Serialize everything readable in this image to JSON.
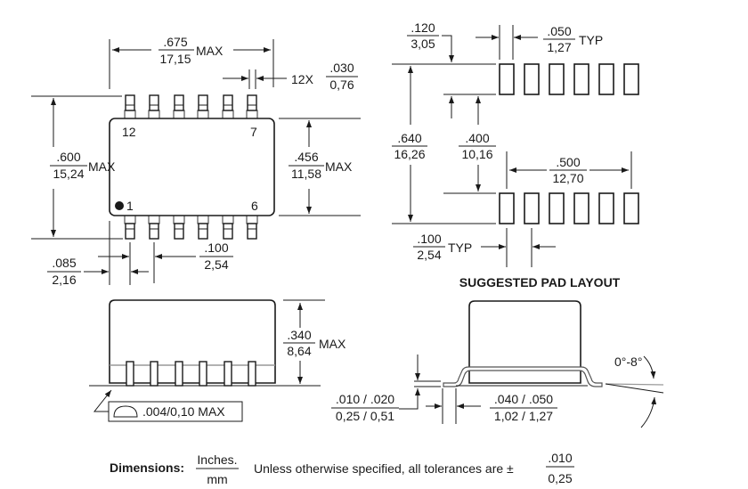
{
  "top_view": {
    "pin_labels": {
      "p12": "12",
      "p7": "7",
      "p1": "1",
      "p6": "6"
    },
    "width": {
      "inch": ".675",
      "mm": "17,15",
      "suffix": "MAX"
    },
    "lead_width": {
      "prefix": "12X",
      "inch": ".030",
      "mm": "0,76"
    },
    "overall_height": {
      "inch": ".600",
      "mm": "15,24",
      "suffix": "MAX"
    },
    "body_height": {
      "inch": ".456",
      "mm": "11,58",
      "suffix": "MAX"
    },
    "end_offset": {
      "inch": ".085",
      "mm": "2,16"
    },
    "pitch": {
      "inch": ".100",
      "mm": "2,54"
    }
  },
  "pad_layout": {
    "title": "SUGGESTED PAD LAYOUT",
    "pad_length": {
      "inch": ".120",
      "mm": "3,05"
    },
    "pad_width": {
      "inch": ".050",
      "mm": "1,27",
      "suffix": "TYP"
    },
    "outer_span": {
      "inch": ".640",
      "mm": "16,26"
    },
    "inner_span": {
      "inch": ".400",
      "mm": "10,16"
    },
    "row_length": {
      "inch": ".500",
      "mm": "12,70"
    },
    "pitch": {
      "inch": ".100",
      "mm": "2,54",
      "suffix": "TYP"
    }
  },
  "side_view": {
    "height": {
      "inch": ".340",
      "mm": "8,64",
      "suffix": "MAX"
    },
    "coplanarity": ".004/0,10 MAX"
  },
  "end_view": {
    "standoff": {
      "inch": ".010 / .020",
      "mm": "0,25 / 0,51"
    },
    "foot_length": {
      "inch": ".040 / .050",
      "mm": "1,02 / 1,27"
    },
    "angle": "0°-8°"
  },
  "footer": {
    "label": "Dimensions:",
    "units_top": "Inches.",
    "units_bottom": "mm",
    "note": "Unless otherwise specified, all tolerances are ±",
    "tol_inch": ".010",
    "tol_mm": "0,25"
  }
}
